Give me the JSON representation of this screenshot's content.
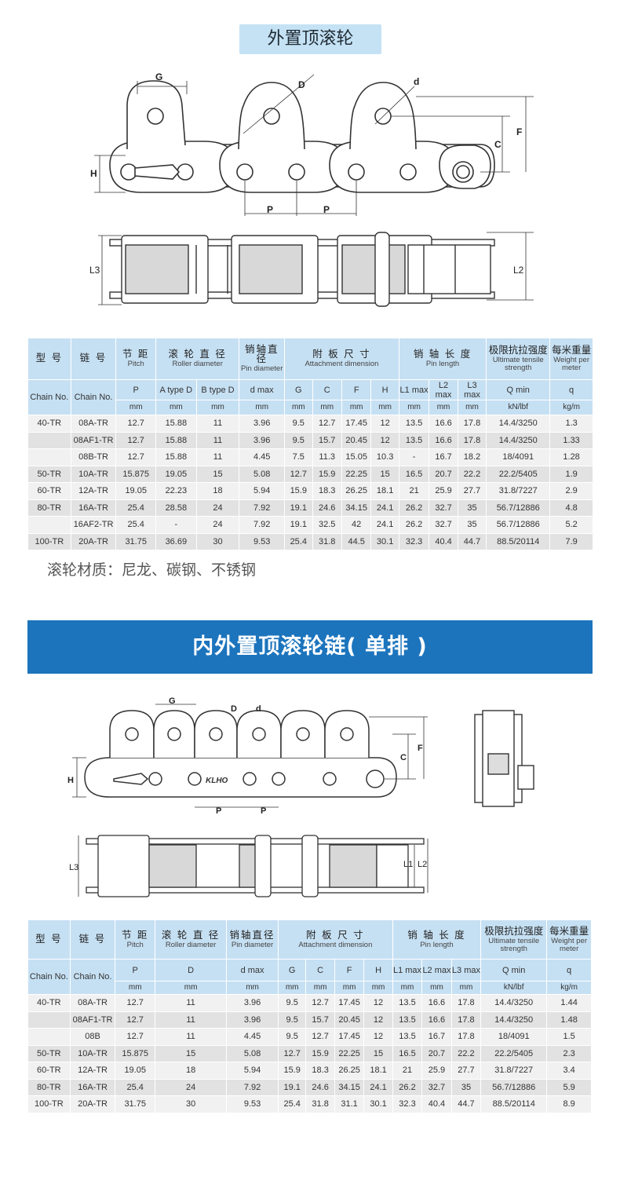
{
  "section1": {
    "title": "外置顶滚轮",
    "dims": {
      "G": "G",
      "D": "D",
      "d": "d",
      "C": "C",
      "F": "F",
      "H": "H",
      "P": "P",
      "L3": "L3",
      "L2": "L2"
    },
    "header": {
      "model_cn": "型 号",
      "chain_cn": "链 号",
      "pitch_cn": "节 距",
      "pitch_en": "Pitch",
      "roller_cn": "滚 轮 直 径",
      "roller_en": "Roller diameter",
      "pin_cn": "销轴直径",
      "pin_en": "Pin diameter",
      "att_cn": "附 板 尺 寸",
      "att_en": "Attachment dimension",
      "len_cn": "销 轴 长 度",
      "len_en": "Pin length",
      "tens_cn": "极限抗拉强度",
      "tens_en": "Ultimate tensile strength",
      "wt_cn": "每米重量",
      "wt_en": "Weight per meter",
      "model_en": "Chain No.",
      "chain_en": "Chain No.",
      "sym": [
        "P",
        "A type D",
        "B type D",
        "d max",
        "G",
        "C",
        "F",
        "H",
        "L1 max",
        "L2 max",
        "L3 max",
        "Q min",
        "q"
      ],
      "units": [
        "mm",
        "mm",
        "mm",
        "mm",
        "mm",
        "mm",
        "mm",
        "mm",
        "mm",
        "mm",
        "mm",
        "kN/lbf",
        "kg/m"
      ]
    },
    "rows": [
      [
        "40-TR",
        "08A-TR",
        "12.7",
        "15.88",
        "11",
        "3.96",
        "9.5",
        "12.7",
        "17.45",
        "12",
        "13.5",
        "16.6",
        "17.8",
        "14.4/3250",
        "1.3"
      ],
      [
        "",
        "08AF1-TR",
        "12.7",
        "15.88",
        "11",
        "3.96",
        "9.5",
        "15.7",
        "20.45",
        "12",
        "13.5",
        "16.6",
        "17.8",
        "14.4/3250",
        "1.33"
      ],
      [
        "",
        "08B-TR",
        "12.7",
        "15.88",
        "11",
        "4.45",
        "7.5",
        "11.3",
        "15.05",
        "10.3",
        "-",
        "16.7",
        "18.2",
        "18/4091",
        "1.28"
      ],
      [
        "50-TR",
        "10A-TR",
        "15.875",
        "19.05",
        "15",
        "5.08",
        "12.7",
        "15.9",
        "22.25",
        "15",
        "16.5",
        "20.7",
        "22.2",
        "22.2/5405",
        "1.9"
      ],
      [
        "60-TR",
        "12A-TR",
        "19.05",
        "22.23",
        "18",
        "5.94",
        "15.9",
        "18.3",
        "26.25",
        "18.1",
        "21",
        "25.9",
        "27.7",
        "31.8/7227",
        "2.9"
      ],
      [
        "80-TR",
        "16A-TR",
        "25.4",
        "28.58",
        "24",
        "7.92",
        "19.1",
        "24.6",
        "34.15",
        "24.1",
        "26.2",
        "32.7",
        "35",
        "56.7/12886",
        "4.8"
      ],
      [
        "",
        "16AF2-TR",
        "25.4",
        "-",
        "24",
        "7.92",
        "19.1",
        "32.5",
        "42",
        "24.1",
        "26.2",
        "32.7",
        "35",
        "56.7/12886",
        "5.2"
      ],
      [
        "100-TR",
        "20A-TR",
        "31.75",
        "36.69",
        "30",
        "9.53",
        "25.4",
        "31.8",
        "44.5",
        "30.1",
        "32.3",
        "40.4",
        "44.7",
        "88.5/20114",
        "7.9"
      ]
    ],
    "note": "滚轮材质：尼龙、碳钢、不锈钢"
  },
  "section2": {
    "title": "内外置顶滚轮链( 单排 )",
    "brand": "KLHO",
    "dims": {
      "G": "G",
      "D": "D",
      "d": "d",
      "C": "C",
      "F": "F",
      "H": "H",
      "P": "P",
      "L3": "L3",
      "L2": "L2",
      "L1": "L1"
    },
    "header": {
      "model_cn": "型 号",
      "chain_cn": "链 号",
      "pitch_cn": "节 距",
      "pitch_en": "Pitch",
      "roller_cn": "滚 轮 直 径",
      "roller_en": "Roller diameter",
      "pin_cn": "销轴直径",
      "pin_en": "Pin diameter",
      "att_cn": "附 板 尺 寸",
      "att_en": "Attachment dimension",
      "len_cn": "销 轴 长 度",
      "len_en": "Pin length",
      "tens_cn": "极限抗拉强度",
      "tens_en": "Ultimate tensile strength",
      "wt_cn": "每米重量",
      "wt_en": "Weight per meter",
      "model_en": "Chain No.",
      "chain_en": "Chain No.",
      "sym": [
        "P",
        "D",
        "d max",
        "G",
        "C",
        "F",
        "H",
        "L1 max",
        "L2 max",
        "L3 max",
        "Q min",
        "q"
      ],
      "units": [
        "mm",
        "mm",
        "mm",
        "mm",
        "mm",
        "mm",
        "mm",
        "mm",
        "mm",
        "mm",
        "kN/lbf",
        "kg/m"
      ]
    },
    "rows": [
      [
        "40-TR",
        "08A-TR",
        "12.7",
        "11",
        "3.96",
        "9.5",
        "12.7",
        "17.45",
        "12",
        "13.5",
        "16.6",
        "17.8",
        "14.4/3250",
        "1.44"
      ],
      [
        "",
        "08AF1-TR",
        "12.7",
        "11",
        "3.96",
        "9.5",
        "15.7",
        "20.45",
        "12",
        "13.5",
        "16.6",
        "17.8",
        "14.4/3250",
        "1.48"
      ],
      [
        "",
        "08B",
        "12.7",
        "11",
        "4.45",
        "9.5",
        "12.7",
        "17.45",
        "12",
        "13.5",
        "16.7",
        "17.8",
        "18/4091",
        "1.5"
      ],
      [
        "50-TR",
        "10A-TR",
        "15.875",
        "15",
        "5.08",
        "12.7",
        "15.9",
        "22.25",
        "15",
        "16.5",
        "20.7",
        "22.2",
        "22.2/5405",
        "2.3"
      ],
      [
        "60-TR",
        "12A-TR",
        "19.05",
        "18",
        "5.94",
        "15.9",
        "18.3",
        "26.25",
        "18.1",
        "21",
        "25.9",
        "27.7",
        "31.8/7227",
        "3.4"
      ],
      [
        "80-TR",
        "16A-TR",
        "25.4",
        "24",
        "7.92",
        "19.1",
        "24.6",
        "34.15",
        "24.1",
        "26.2",
        "32.7",
        "35",
        "56.7/12886",
        "5.9"
      ],
      [
        "100-TR",
        "20A-TR",
        "31.75",
        "30",
        "9.53",
        "25.4",
        "31.8",
        "31.1",
        "30.1",
        "32.3",
        "40.4",
        "44.7",
        "88.5/20114",
        "8.9"
      ]
    ]
  }
}
